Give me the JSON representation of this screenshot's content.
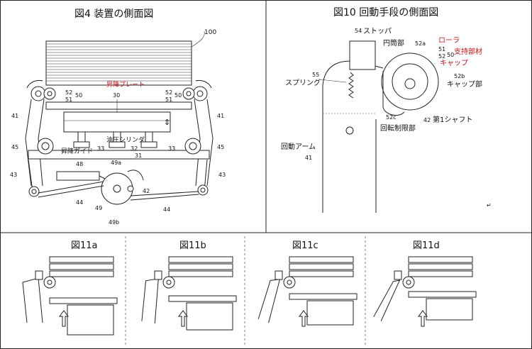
{
  "fig4": {
    "title": "図4 装置の側面図",
    "labels": {
      "n100": "100",
      "n52a": "52",
      "n50a": "50",
      "n51a": "51",
      "n52b": "52",
      "n50b": "50",
      "n51b": "51",
      "plate": "昇降プレート",
      "n30": "30",
      "n41a": "41",
      "n41b": "41",
      "n45a": "45",
      "n45b": "45",
      "cyl": "油圧シリンダ",
      "guide": "昇降ガイド",
      "n33a": "33",
      "n32": "32",
      "n33b": "33",
      "n31": "31",
      "n43a": "43",
      "n43b": "43",
      "n48": "48",
      "n49a": "49a",
      "n42": "42",
      "n44a": "44",
      "n44b": "44",
      "n49": "49",
      "n49b": "49b"
    }
  },
  "fig10": {
    "title": "図10 回動手段の側面図",
    "labels": {
      "n54": "54",
      "stopper": "ストッパ",
      "cyl_part": "円筒部",
      "n52a": "52a",
      "roller": "ローラ",
      "n51": "51",
      "support": "支持部材",
      "n50": "50",
      "n52": "52",
      "cap": "キャップ",
      "n52b": "52b",
      "cap_part": "キャップ部",
      "n55": "55",
      "spring": "スプリング",
      "n52c": "52c",
      "n42": "42",
      "shaft": "第1シャフト",
      "limiter": "回転制限部",
      "arm": "回動アーム",
      "n41": "41"
    }
  },
  "fig11": [
    {
      "title": "図11a"
    },
    {
      "title": "図11b"
    },
    {
      "title": "図11c"
    },
    {
      "title": "図11d"
    }
  ],
  "colors": {
    "accent_red": "#d01010",
    "line": "#222222"
  }
}
